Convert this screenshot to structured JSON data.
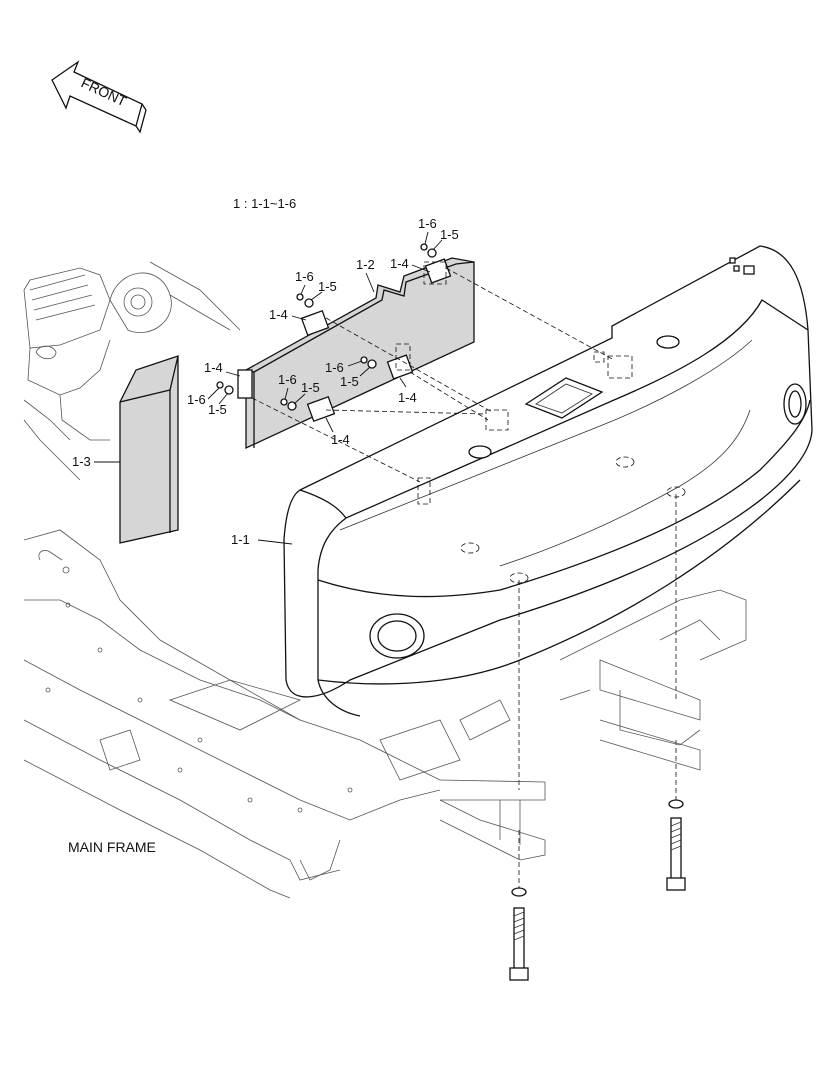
{
  "front_arrow": {
    "label": "FRONT"
  },
  "reference": {
    "text": "1 : 1-1~1-6"
  },
  "main_frame": {
    "label": "MAIN FRAME"
  },
  "callouts": {
    "c_1_1": "1-1",
    "c_1_2": "1-2",
    "c_1_3": "1-3",
    "c_1_4a": "1-4",
    "c_1_4b": "1-4",
    "c_1_4c": "1-4",
    "c_1_4d": "1-4",
    "c_1_4e": "1-4",
    "c_1_5a": "1-5",
    "c_1_5b": "1-5",
    "c_1_5c": "1-5",
    "c_1_5d": "1-5",
    "c_1_5e": "1-5",
    "c_1_6a": "1-6",
    "c_1_6b": "1-6",
    "c_1_6c": "1-6",
    "c_1_6d": "1-6",
    "c_1_6e": "1-6"
  },
  "colors": {
    "line": "#111111",
    "plate_fill": "#d6d6d6",
    "background": "#ffffff"
  }
}
